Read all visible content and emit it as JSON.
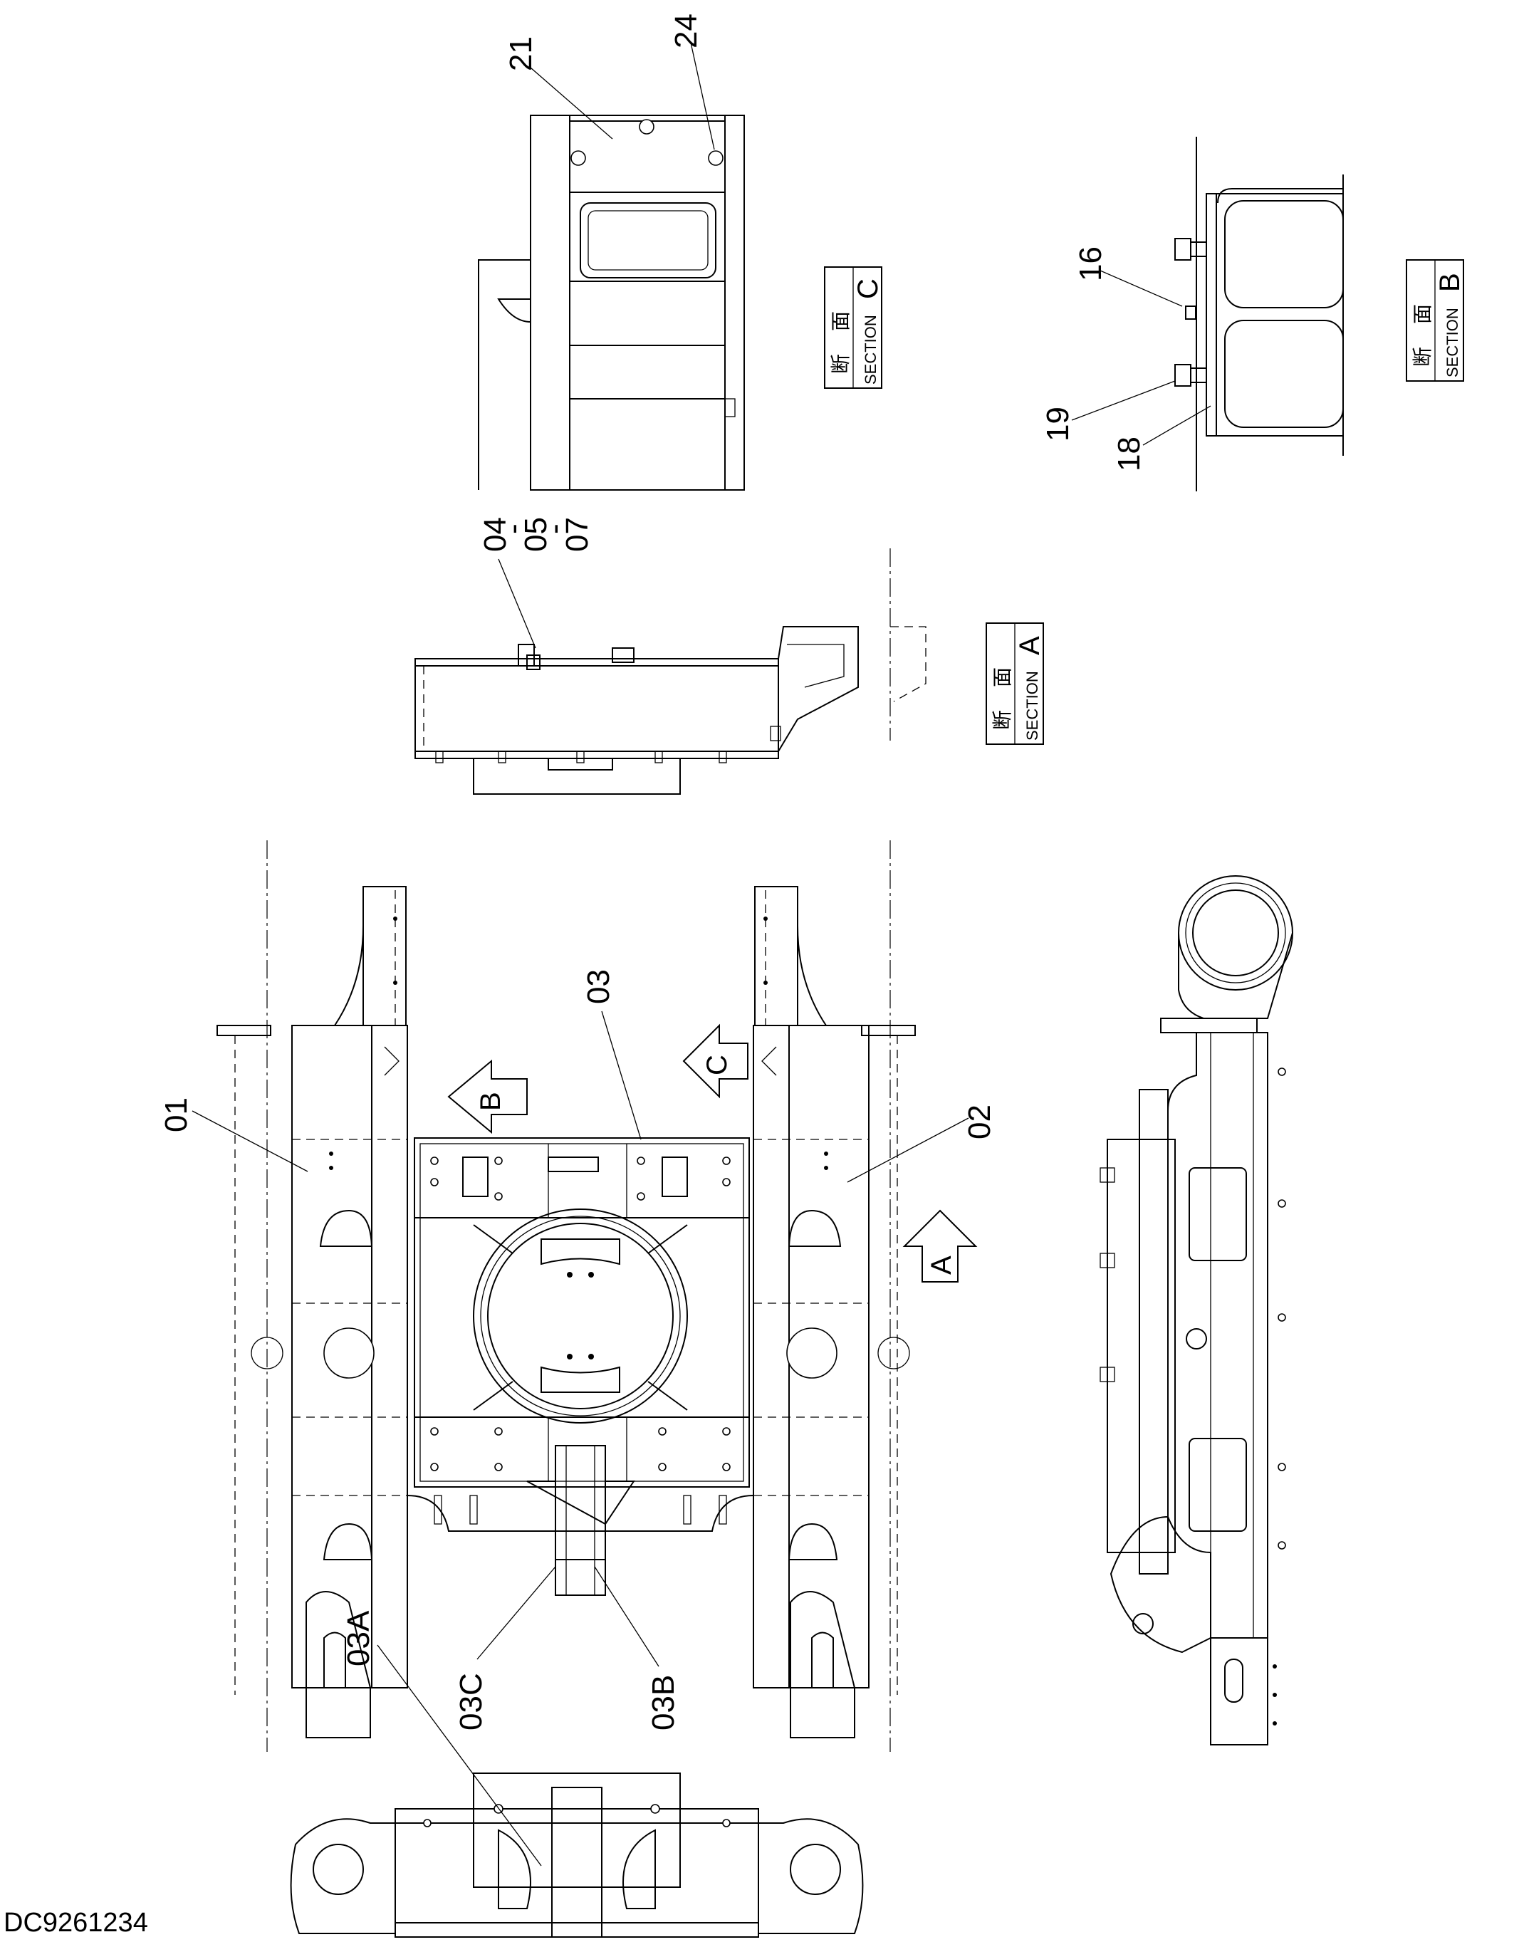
{
  "drawing_number": "DC9261234",
  "callouts": {
    "p01": "01",
    "p02": "02",
    "p03": "03",
    "p03A": "03A",
    "p03B": "03B",
    "p03C": "03C",
    "p04": "04",
    "p05": "05",
    "p07": "07",
    "p16": "16",
    "p18": "18",
    "p19": "19",
    "p21": "21",
    "p24": "24",
    "sep1": "-",
    "sep2": "-"
  },
  "section_labels": {
    "a": {
      "kanji1": "断",
      "kanji2": "面",
      "word": "SECTION",
      "letter": "A"
    },
    "b": {
      "kanji1": "断",
      "kanji2": "面",
      "word": "SECTION",
      "letter": "B"
    },
    "c": {
      "kanji1": "断",
      "kanji2": "面",
      "word": "SECTION",
      "letter": "C"
    }
  },
  "view_arrows": {
    "a": "A",
    "b": "B",
    "c": "C"
  }
}
